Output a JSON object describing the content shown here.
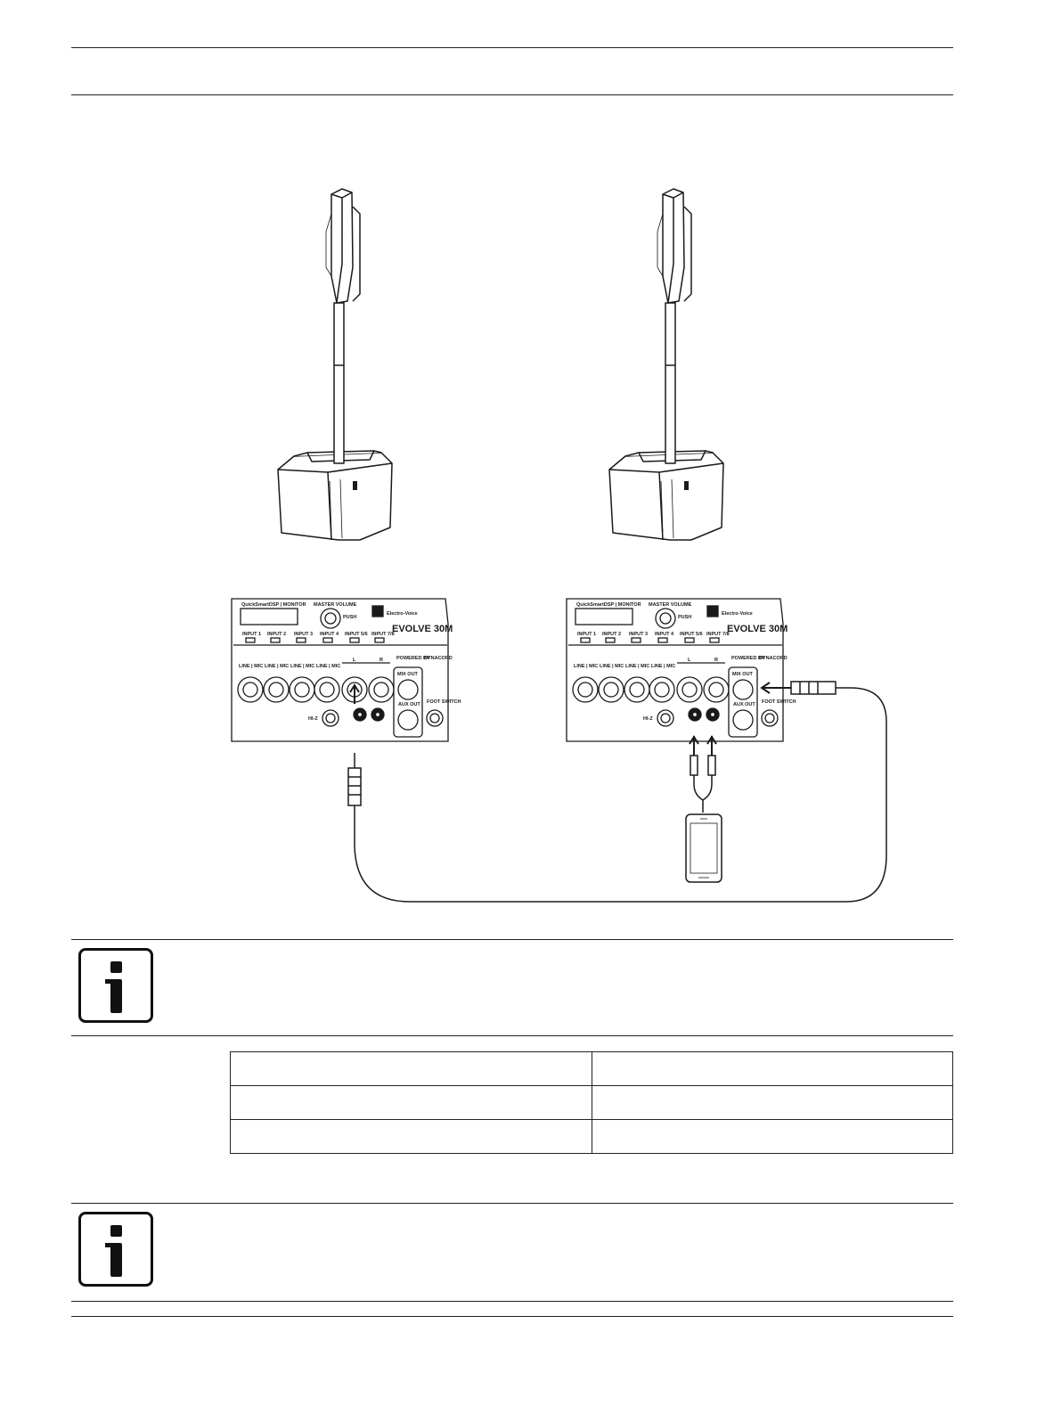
{
  "panel": {
    "model": "EVOLVE 30M",
    "brand": "Electro-Voice",
    "quick_label": "QuickSmartDSP | MONITOR",
    "master_volume": "MASTER VOLUME",
    "push": "PUSH",
    "inputs": [
      "INPUT 1",
      "INPUT 2",
      "INPUT 3",
      "INPUT 4",
      "INPUT 5/6",
      "INPUT 7/8"
    ],
    "line_mic": "LINE | MIC",
    "left": "L",
    "right": "R",
    "powered_by": "POWERED BY",
    "dynacord": "DYNACORD",
    "mix_out": "MIX OUT",
    "aux_out": "AUX OUT",
    "foot_switch": "FOOT SWITCH",
    "hi_z": "HI-Z"
  },
  "table": {
    "rows": [
      [
        "",
        ""
      ],
      [
        "",
        ""
      ],
      [
        "",
        ""
      ]
    ]
  },
  "colors": {
    "line": "#1a1a1a",
    "page": "#ffffff"
  }
}
